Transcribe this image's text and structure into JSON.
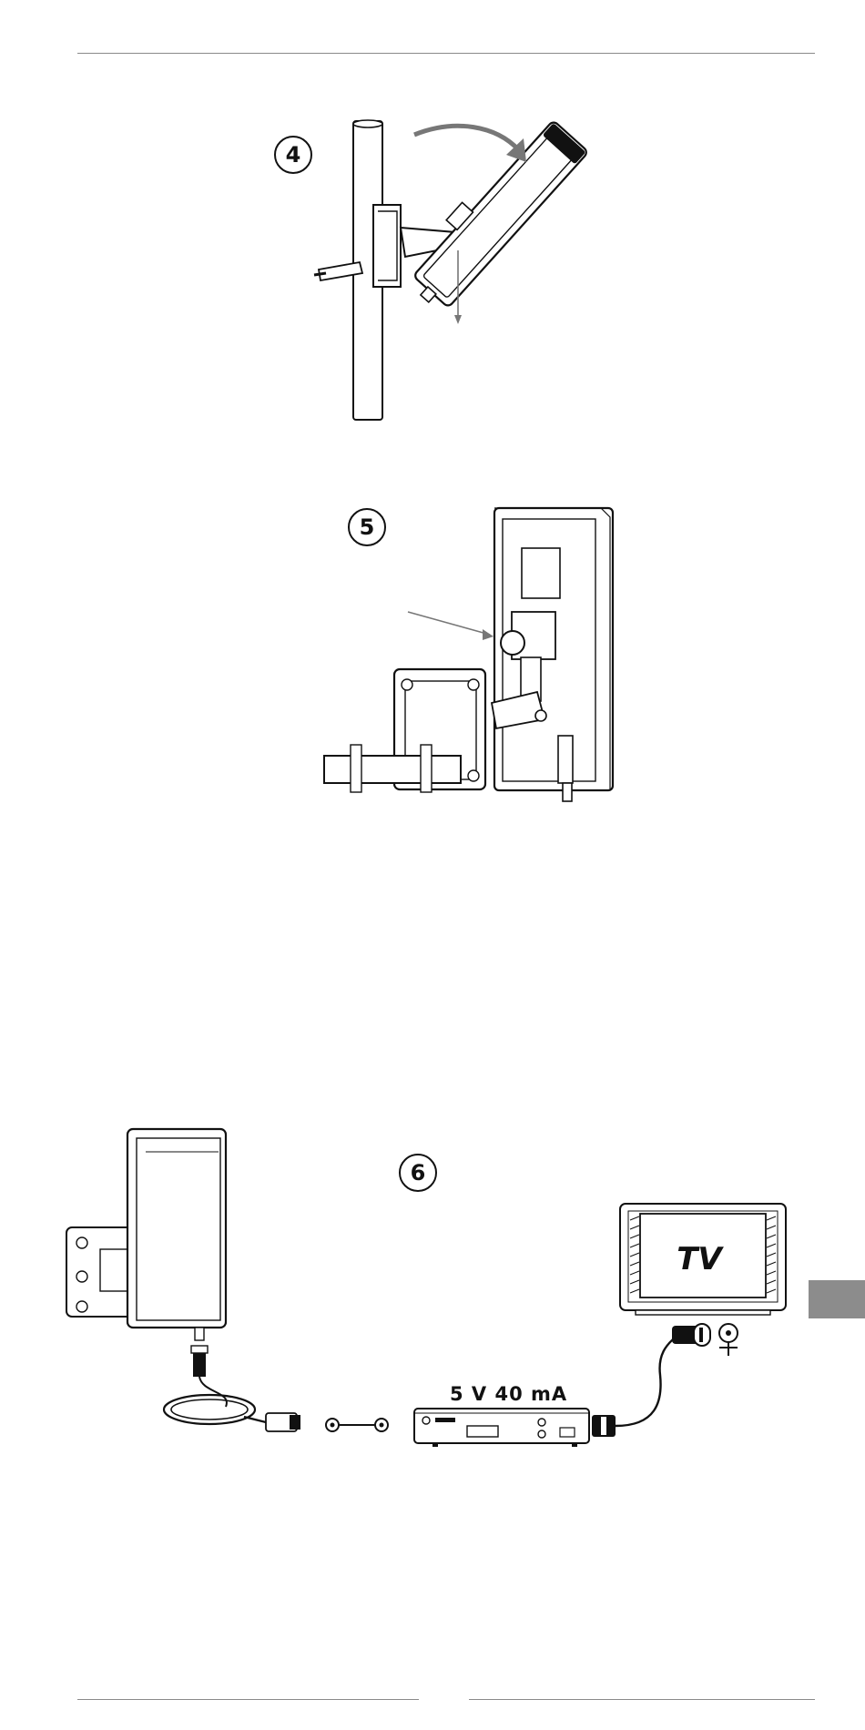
{
  "steps": [
    {
      "number": "4"
    },
    {
      "number": "5"
    },
    {
      "number": "6"
    }
  ],
  "connection": {
    "power_label": "5 V 40 mA",
    "tv_label": "TV"
  },
  "colors": {
    "rule": "#8a8a8a",
    "tab_marker": "#8c8c8c",
    "arrow": "#777777",
    "line": "#111111"
  }
}
